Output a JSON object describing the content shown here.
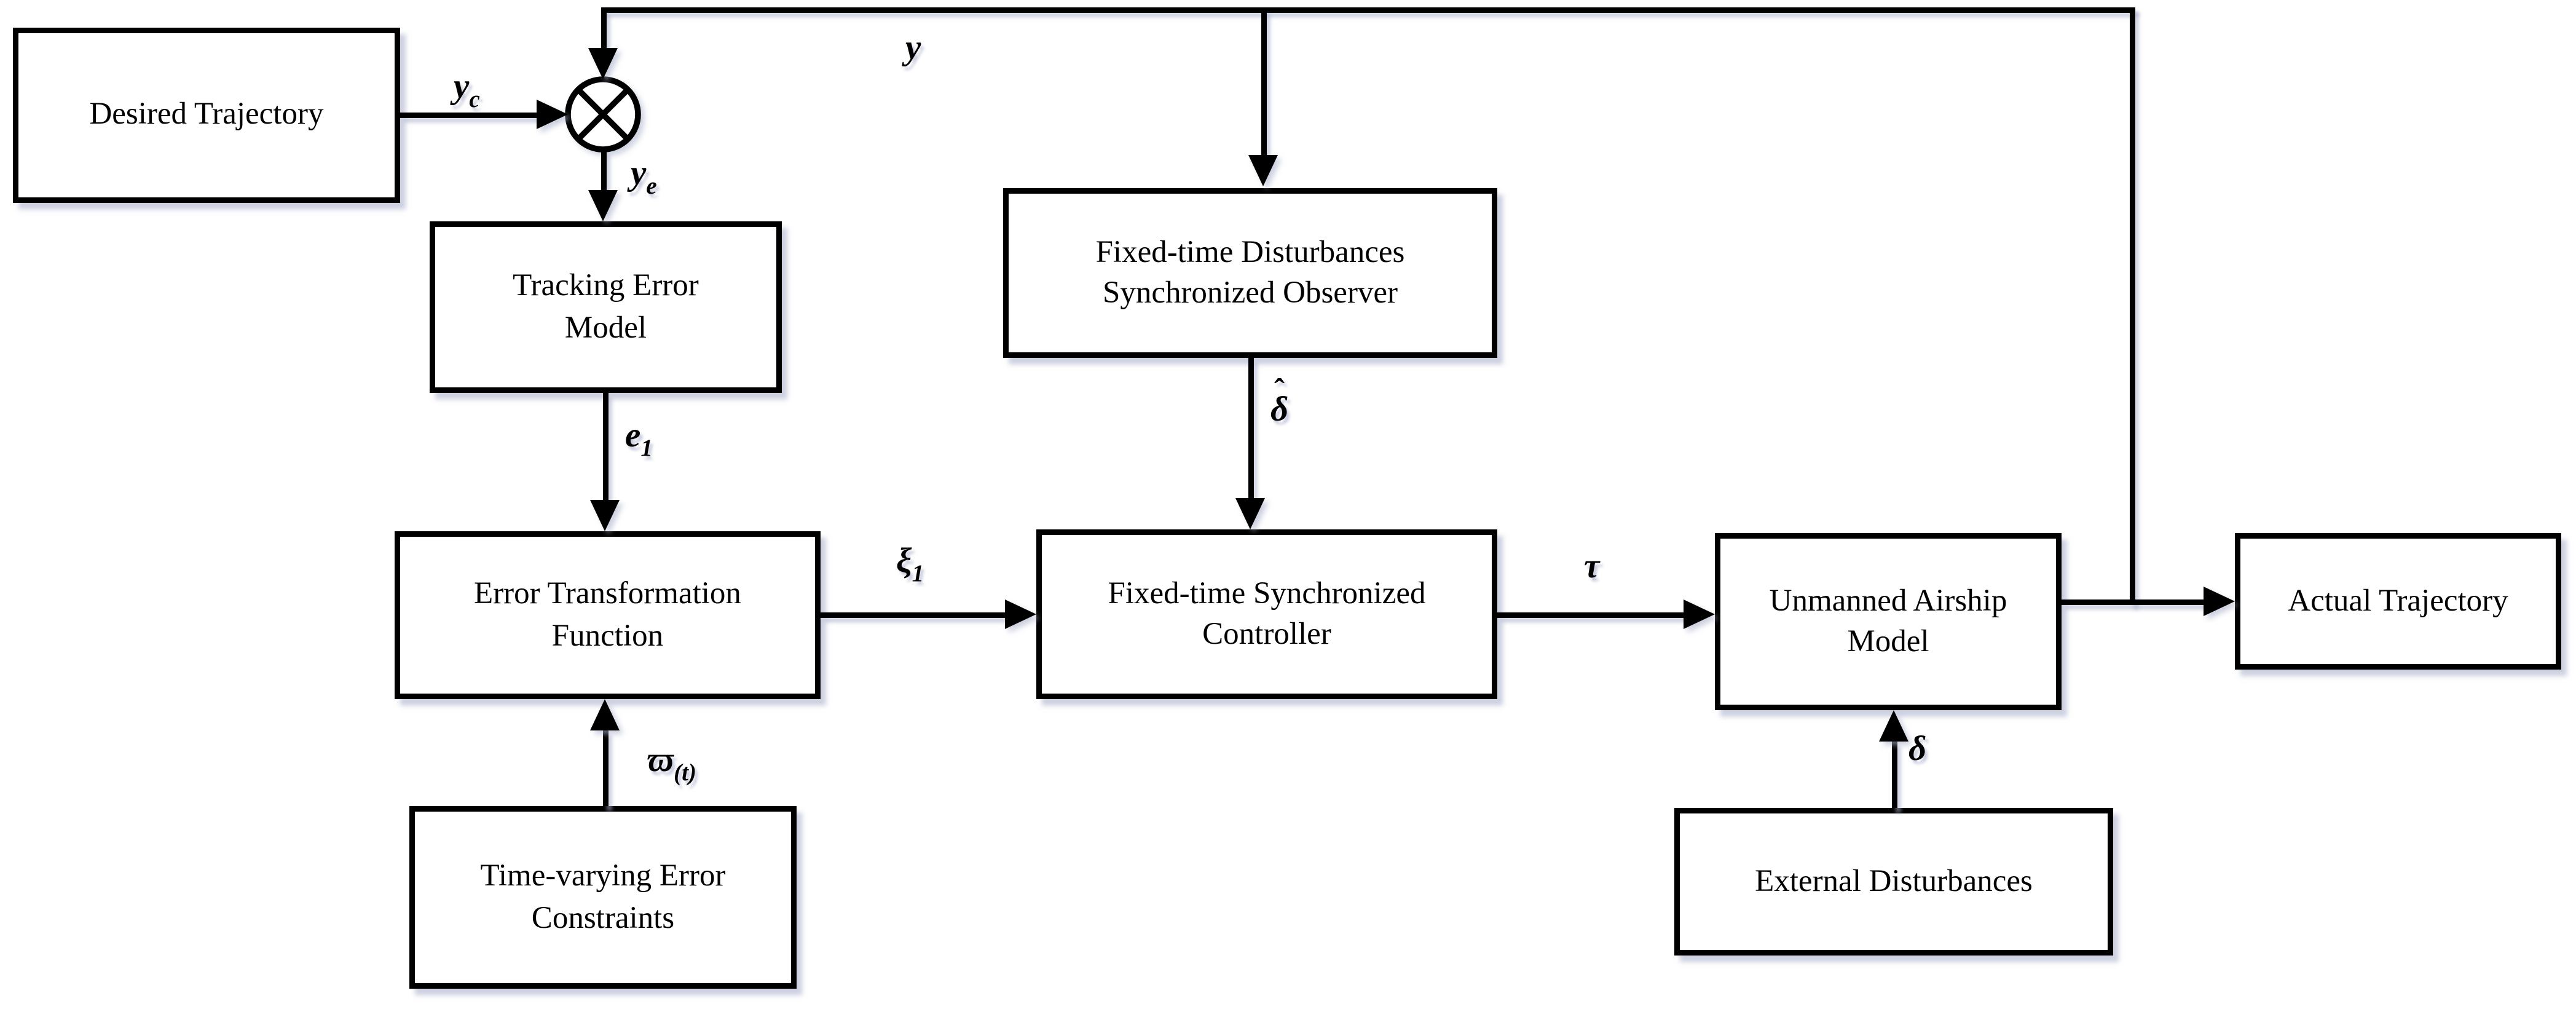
{
  "colors": {
    "line": "#000000",
    "box_fill": "#ffffff",
    "background": "#ffffff",
    "shadow": "#aab0cc"
  },
  "boxes": {
    "desired_trajectory": {
      "label": "Desired Trajectory"
    },
    "tracking_error_model": {
      "label": "Tracking Error Model"
    },
    "error_transformation_function": {
      "label": "Error Transformation Function"
    },
    "time_varying_error_constraints": {
      "label": "Time-varying Error Constraints"
    },
    "fixed_time_disturbances_synchronized_observer": {
      "label": "Fixed-time Disturbances Synchronized Observer"
    },
    "fixed_time_synchronized_controller": {
      "label": "Fixed-time Synchronized Controller"
    },
    "unmanned_airship_model": {
      "label": "Unmanned Airship Model"
    },
    "external_disturbances": {
      "label": "External Disturbances"
    },
    "actual_trajectory": {
      "label": "Actual Trajectory"
    }
  },
  "signals": {
    "y_c": {
      "base": "y",
      "sub": "c"
    },
    "y_e": {
      "base": "y",
      "sub": "e"
    },
    "y": {
      "base": "y",
      "sub": ""
    },
    "e_1": {
      "base": "e",
      "sub": "1"
    },
    "xi_1": {
      "base": "ξ",
      "sub": "1"
    },
    "delta_hat": {
      "base": "δ",
      "accent": "ˆ",
      "sub": ""
    },
    "tau": {
      "base": "τ",
      "sub": ""
    },
    "delta": {
      "base": "δ",
      "sub": ""
    },
    "varpi_t": {
      "base": "ϖ",
      "sub": "(t)"
    }
  },
  "junction": {
    "glyph": "⊗",
    "meaning": "comparison junction"
  }
}
